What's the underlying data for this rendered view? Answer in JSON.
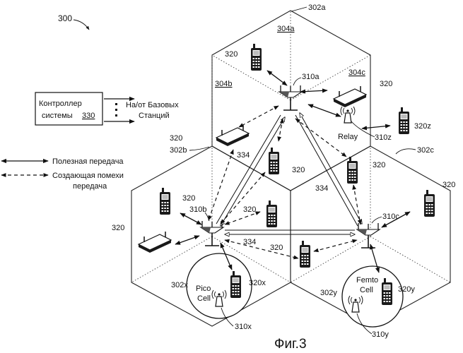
{
  "figure": {
    "number": "300",
    "caption": "Фиг.3"
  },
  "controller": {
    "line1": "Контроллер",
    "line2": "системы",
    "ref": "330",
    "link_line1": "На/от Базовых",
    "link_line2": "Станций"
  },
  "legend": {
    "useful": "Полезная передача",
    "interfering_line1": "Создающая помехи",
    "interfering_line2": "передача"
  },
  "cells": {
    "a": "302a",
    "b": "302b",
    "c": "302c",
    "x": "302x",
    "y": "302y",
    "sector_a": "304a",
    "sector_b": "304b",
    "sector_c": "304c"
  },
  "stations": {
    "a": "310a",
    "b": "310b",
    "c": "310c",
    "x": "310x",
    "y": "310y",
    "z": "310z"
  },
  "labels": {
    "terminal": "320",
    "terminal_x": "320x",
    "terminal_y": "320y",
    "terminal_z": "320z",
    "link": "334",
    "relay": "Relay",
    "pico_line1": "Pico",
    "pico_line2": "Cell",
    "femto_line1": "Femto",
    "femto_line2": "Cell"
  }
}
